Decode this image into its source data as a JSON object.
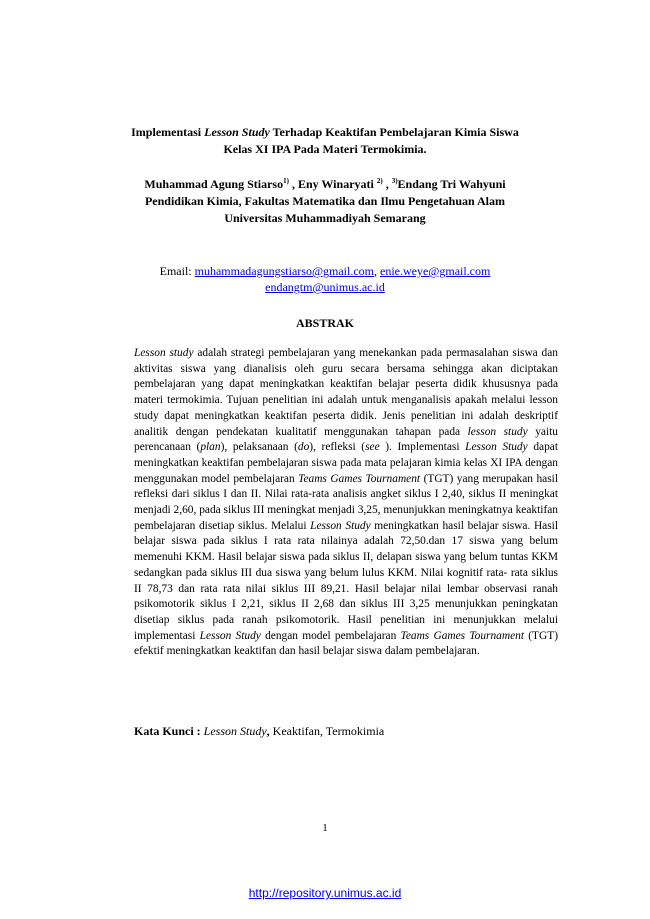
{
  "title": {
    "part1": "Implementasi ",
    "italic": "Lesson Study",
    "part2": " Terhadap Keaktifan Pembelajaran Kimia Siswa",
    "line2": "Kelas XI IPA Pada Materi Termokimia."
  },
  "authors": {
    "a1_name": "Muhammad Agung Stiarso",
    "a1_sup": "1)",
    "a2_name": " , Eny Winaryati",
    "a2_sup": "2)",
    "sep": " , ",
    "a3_sup": "3)",
    "a3_name": "Endang Tri Wahyuni",
    "affiliation1": "Pendidikan Kimia, Fakultas Matematika dan Ilmu Pengetahuan Alam",
    "affiliation2": "Universitas Muhammadiyah Semarang"
  },
  "email": {
    "label": "Email: ",
    "email1": "muhammadagungstiarso@gmail.com",
    "sep": ", ",
    "email2": "enie.weye@gmail.com",
    "email3": "endangtm@unimus.ac.id"
  },
  "abstract": {
    "heading": "ABSTRAK",
    "s1": "Lesson study",
    "s2": " adalah strategi pembelajaran yang menekankan pada permasalahan siswa dan aktivitas siswa yang dianalisis oleh guru secara bersama sehingga akan diciptakan pembelajaran yang dapat meningkatkan keaktifan belajar peserta didik khususnya pada materi termokimia. Tujuan penelitian ini adalah untuk menganalisis apakah melalui lesson study dapat meningkatkan keaktifan peserta didik. Jenis penelitian ini adalah deskriptif analitik dengan pendekatan kualitatif menggunakan tahapan pada ",
    "s3": "lesson study",
    "s4": " yaitu perencanaan (",
    "s5": "plan",
    "s6": "), pelaksanaan (",
    "s7": "do",
    "s8": "), refleksi (",
    "s9": "see",
    "s10": " ). Implementasi ",
    "s11": "Lesson Study",
    "s12": " dapat meningkatkan keaktifan pembelajaran siswa pada mata pelajaran kimia kelas XI IPA dengan menggunakan model pembelajaran ",
    "s13": "Teams Games Tournament",
    "s14": " (TGT) yang merupakan hasil refleksi dari siklus I dan II. Nilai rata-rata analisis angket siklus I 2,40, siklus II meningkat menjadi 2,60, pada siklus III meningkat menjadi 3,25, menunjukkan meningkatnya keaktifan pembelajaran disetiap siklus. Melalui ",
    "s15": "Lesson Study",
    "s16": " meningkatkan hasil belajar siswa. Hasil belajar siswa pada siklus I rata rata nilainya adalah 72,50.dan  17 siswa yang belum memenuhi KKM. Hasil belajar siswa pada siklus II, delapan siswa yang belum tuntas KKM sedangkan pada siklus III dua siswa yang belum lulus KKM. Nilai kognitif rata- rata siklus II 78,73 dan rata rata nilai siklus III 89,21. Hasil belajar nilai lembar observasi ranah psikomotorik siklus I 2,21, siklus II 2,68 dan siklus III 3,25 menunjukkan peningkatan disetiap siklus pada ranah psikomotorik. Hasil penelitian ini menunjukkan melalui implementasi ",
    "s17": "Lesson Study",
    "s18": " dengan model pembelajaran ",
    "s19": "Teams Games Tournament",
    "s20": " (TGT) efektif meningkatkan keaktifan dan hasil belajar siswa dalam pembelajaran."
  },
  "keywords": {
    "label": "Kata Kunci : ",
    "k1": "Lesson Study",
    "k2": ", ",
    "k3": "Keaktifan, Termokimia"
  },
  "page_number": "1",
  "footer_url": "http://repository.unimus.ac.id",
  "colors": {
    "link": "#0000ee",
    "text": "#000000",
    "background": "#ffffff"
  }
}
